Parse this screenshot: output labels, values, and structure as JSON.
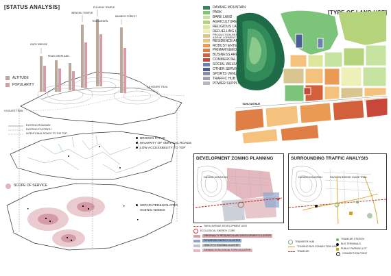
{
  "left": {
    "title": "[STATUS ANALYSIS]",
    "legend": {
      "altitude": "ALTITUDE",
      "popularity": "POPULARITY",
      "altitude_color": "#b9a79a",
      "popularity_color": "#d79aa6"
    },
    "peaks": [
      "FAIRY BRIDGE",
      "PEAR ORDPLAND",
      "WENSHU TEMPLE",
      "TEA GARDEN",
      "PHOENIX TEMPLE",
      "BAMBOO FOREST"
    ],
    "trails": [
      "5 HOURS' TRAIL",
      "1.5 HOURS' TRAIL"
    ],
    "roads_legend": [
      "EXISTING ROADWAY",
      "EXISTING FOOTPATH",
      "INTENTIONAL ROADS TO THE TOP"
    ],
    "paths_notes": [
      "BROKEN PATHS",
      "MAJORITY OF VERTICAL ROADS",
      "LOW ACCESSIBILITY TO TOP"
    ],
    "scope_label": "SCOPE OF SERVICE",
    "nodes_notes": [
      "SEPARATED&ISOLATED",
      "SCENIC NODES"
    ]
  },
  "land_use": {
    "title": "[TYPE OF LAND USE]",
    "road_label": "TAIHU AVENUE",
    "items": [
      {
        "label": "DAYANG MOUNTAIN",
        "color": "#2f8a58"
      },
      {
        "label": "PARK",
        "color": "#7cc47a"
      },
      {
        "label": "BARE LAND",
        "color": "#c7e3a2"
      },
      {
        "label": "AGRICULTURE&FORESTY",
        "color": "#b5d37a"
      },
      {
        "label": "RELIGIOUS LAND",
        "color": "#dde79b"
      },
      {
        "label": "REFUELLING LAND",
        "color": "#eef0b8"
      },
      {
        "label": "PRODUCTION,RESEARCH &DEVE LOPMENT LAND",
        "color": "#d9c58f"
      },
      {
        "label": "RESIDENCE AREA",
        "color": "#f4c27c"
      },
      {
        "label": "ROBUST ENTERTAINMENT",
        "color": "#e99a55"
      },
      {
        "label": "PRIMARY&MIDDLE SCHOOL",
        "color": "#e07f45"
      },
      {
        "label": "BUSINESS AREA",
        "color": "#d2603a"
      },
      {
        "label": "COMMERCIAL AREA",
        "color": "#c9473a"
      },
      {
        "label": "SOCIAL WELFARE LAND",
        "color": "#6e7fb0"
      },
      {
        "label": "OTHER SERVICE FACILITIES",
        "color": "#4a5d96"
      },
      {
        "label": "SPORTS VENUE",
        "color": "#8a8fa6"
      },
      {
        "label": "TRAFFIC HUB",
        "color": "#9ea3ad"
      },
      {
        "label": "POWER SUPPLY LAND",
        "color": "#b7b9bf"
      }
    ]
  },
  "zoning": {
    "title": "DEVELOPMENT ZONING PLANNING",
    "map_labels": [
      "DAYANG MOUNTAIN"
    ],
    "legend": [
      "TAIHU AVENUE DEVELOPMENT AXIS",
      "ECOLOGICAL ENERGY CORE",
      "ORIGINALITY RESEARCH AND DEVELOPMENT CLUSTER",
      "POWERISE ENERGY CLUSTER",
      "HEALTHY HOUSING CLUSTER",
      "DAYANG ECOLOGICAL TOPIC/CLUSTER"
    ]
  },
  "traffic": {
    "title": "SURROUNDING TRAFFIC ANALYSIS",
    "map_labels": [
      "DAYANG MOUNTAIN",
      "PAVILION BRIDGE GUIDE TRAIL"
    ],
    "legend_left": [
      "TRANSFER HUB",
      "TOURING BUS CONNECTION LINE",
      "TRAMCAR"
    ],
    "legend_right": [
      "TRAMCAR STATION",
      "BUS TERMINALS",
      "PUBLIC PARKING LOT",
      "CONNECTION POINT"
    ]
  },
  "colors": {
    "accent_red": "#c0392b",
    "pink_zone": "#d9a1aa",
    "blue_zone": "#8ba7cf"
  }
}
